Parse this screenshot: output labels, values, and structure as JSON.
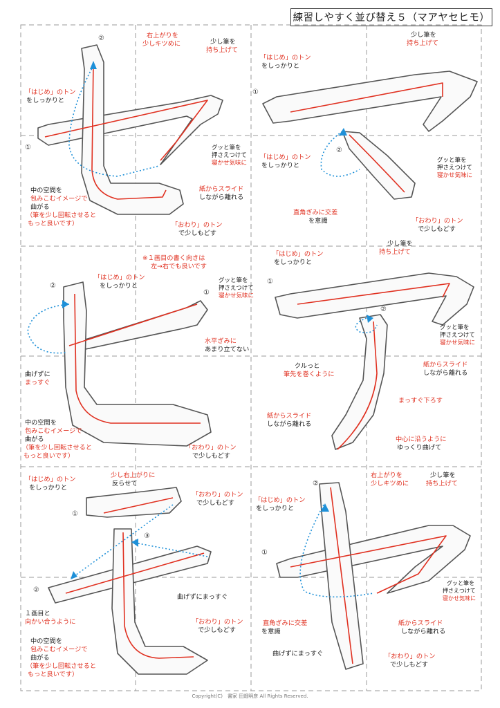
{
  "title": "練習しやすく並び替え５（マアヤセヒモ）",
  "copyright": "Copyright(C)　書家 田畑明彦 All Rights Reserved.",
  "colors": {
    "stroke_red": "#e03020",
    "guide_blue": "#1e90d8",
    "brush_gray": "#555555",
    "dash_gray": "#999999"
  },
  "panels": {
    "se": {
      "num1": "①",
      "num2": "②",
      "l1": "右上がりを",
      "l2": "少しキツめに",
      "l3": "少し筆を",
      "l4": "持ち上げて",
      "l5": "「はじめ」のトン",
      "l6": "をしっかりと",
      "l7": "グッと筆を",
      "l8": "押さえつけて",
      "l9": "寝かせ気味に",
      "l10": "紙からスライド",
      "l11": "しながら離れる",
      "l12": "中の空間を",
      "l13": "包みこむイメージで",
      "l14": "曲がる",
      "l15": "（筆を少し回転させると",
      "l16": "もっと良いです）",
      "l17": "「おわり」のトン",
      "l18": "で少しもどす"
    },
    "ma": {
      "num1": "①",
      "num2": "②",
      "l1": "少し筆を",
      "l2": "持ち上げて",
      "l3": "「はじめ」のトン",
      "l4": "をしっかりと",
      "l5": "「はじめ」のトン",
      "l6": "をしっかりと",
      "l7": "グッと筆を",
      "l8": "押さえつけて",
      "l9": "寝かせ気味に",
      "l10": "直角ぎみに交差",
      "l11": "を意識",
      "l12": "「おわり」のトン",
      "l13": "で少しもどす"
    },
    "hi": {
      "num1": "①",
      "num2": "②",
      "l1": "※１画目の書く向きは",
      "l2": "左→右でも良いです",
      "l3": "「はじめ」のトン",
      "l4": "をしっかりと",
      "l5": "グッと筆を",
      "l6": "押さえつけて",
      "l7": "寝かせ気味に",
      "l8": "水平ぎみに",
      "l9": "あまり立てない",
      "l10": "曲げずに",
      "l11": "まっすぐ",
      "l12": "中の空間を",
      "l13": "包みこむイメージで",
      "l14": "曲がる",
      "l15": "（筆を少し回転させると",
      "l16": "もっと良いです）",
      "l17": "「おわり」のトン",
      "l18": "で少しもどす"
    },
    "a": {
      "num1": "①",
      "num2": "②",
      "l1": "少し筆を",
      "l2": "持ち上げて",
      "l3": "「はじめ」のトン",
      "l4": "をしっかりと",
      "l5": "グッと筆を",
      "l6": "押さえつけて",
      "l7": "寝かせ気味に",
      "l8": "クルっと",
      "l9": "筆先を巻くように",
      "l10": "紙からスライド",
      "l11": "しながら離れる",
      "l12": "まっすぐ下ろす",
      "l13": "紙からスライド",
      "l14": "しながら離れる",
      "l15": "中心に沿うように",
      "l16": "ゆっくり曲げて"
    },
    "mo": {
      "num1": "①",
      "num2": "②",
      "num3": "③",
      "l1": "「はじめ」のトン",
      "l2": "をしっかりと",
      "l3": "少し右上がりに",
      "l4": "反らせて",
      "l5": "「おわり」のトン",
      "l6": "で少しもどす",
      "l7": "曲げずにまっすぐ",
      "l8": "１画目と",
      "l9": "向かい合うように",
      "l10": "中の空間を",
      "l11": "包みこむイメージで",
      "l12": "曲がる",
      "l13": "（筆を少し回転させると",
      "l14": "もっと良いです）",
      "l15": "「おわり」のトン",
      "l16": "で少しもどす"
    },
    "ya": {
      "num1": "①",
      "num2": "②",
      "l1": "右上がりを",
      "l2": "少しキツめに",
      "l3": "少し筆を",
      "l4": "持ち上げて",
      "l5": "「はじめ」のトン",
      "l6": "をしっかりと",
      "l7": "グッと筆を",
      "l8": "押さえつけて",
      "l9": "寝かせ気味に",
      "l10": "直角ぎみに交差",
      "l11": "を意識",
      "l12": "紙からスライド",
      "l13": "しながら離れる",
      "l14": "曲げずにまっすぐ",
      "l15": "「おわり」のトン",
      "l16": "で少しもどす"
    }
  }
}
